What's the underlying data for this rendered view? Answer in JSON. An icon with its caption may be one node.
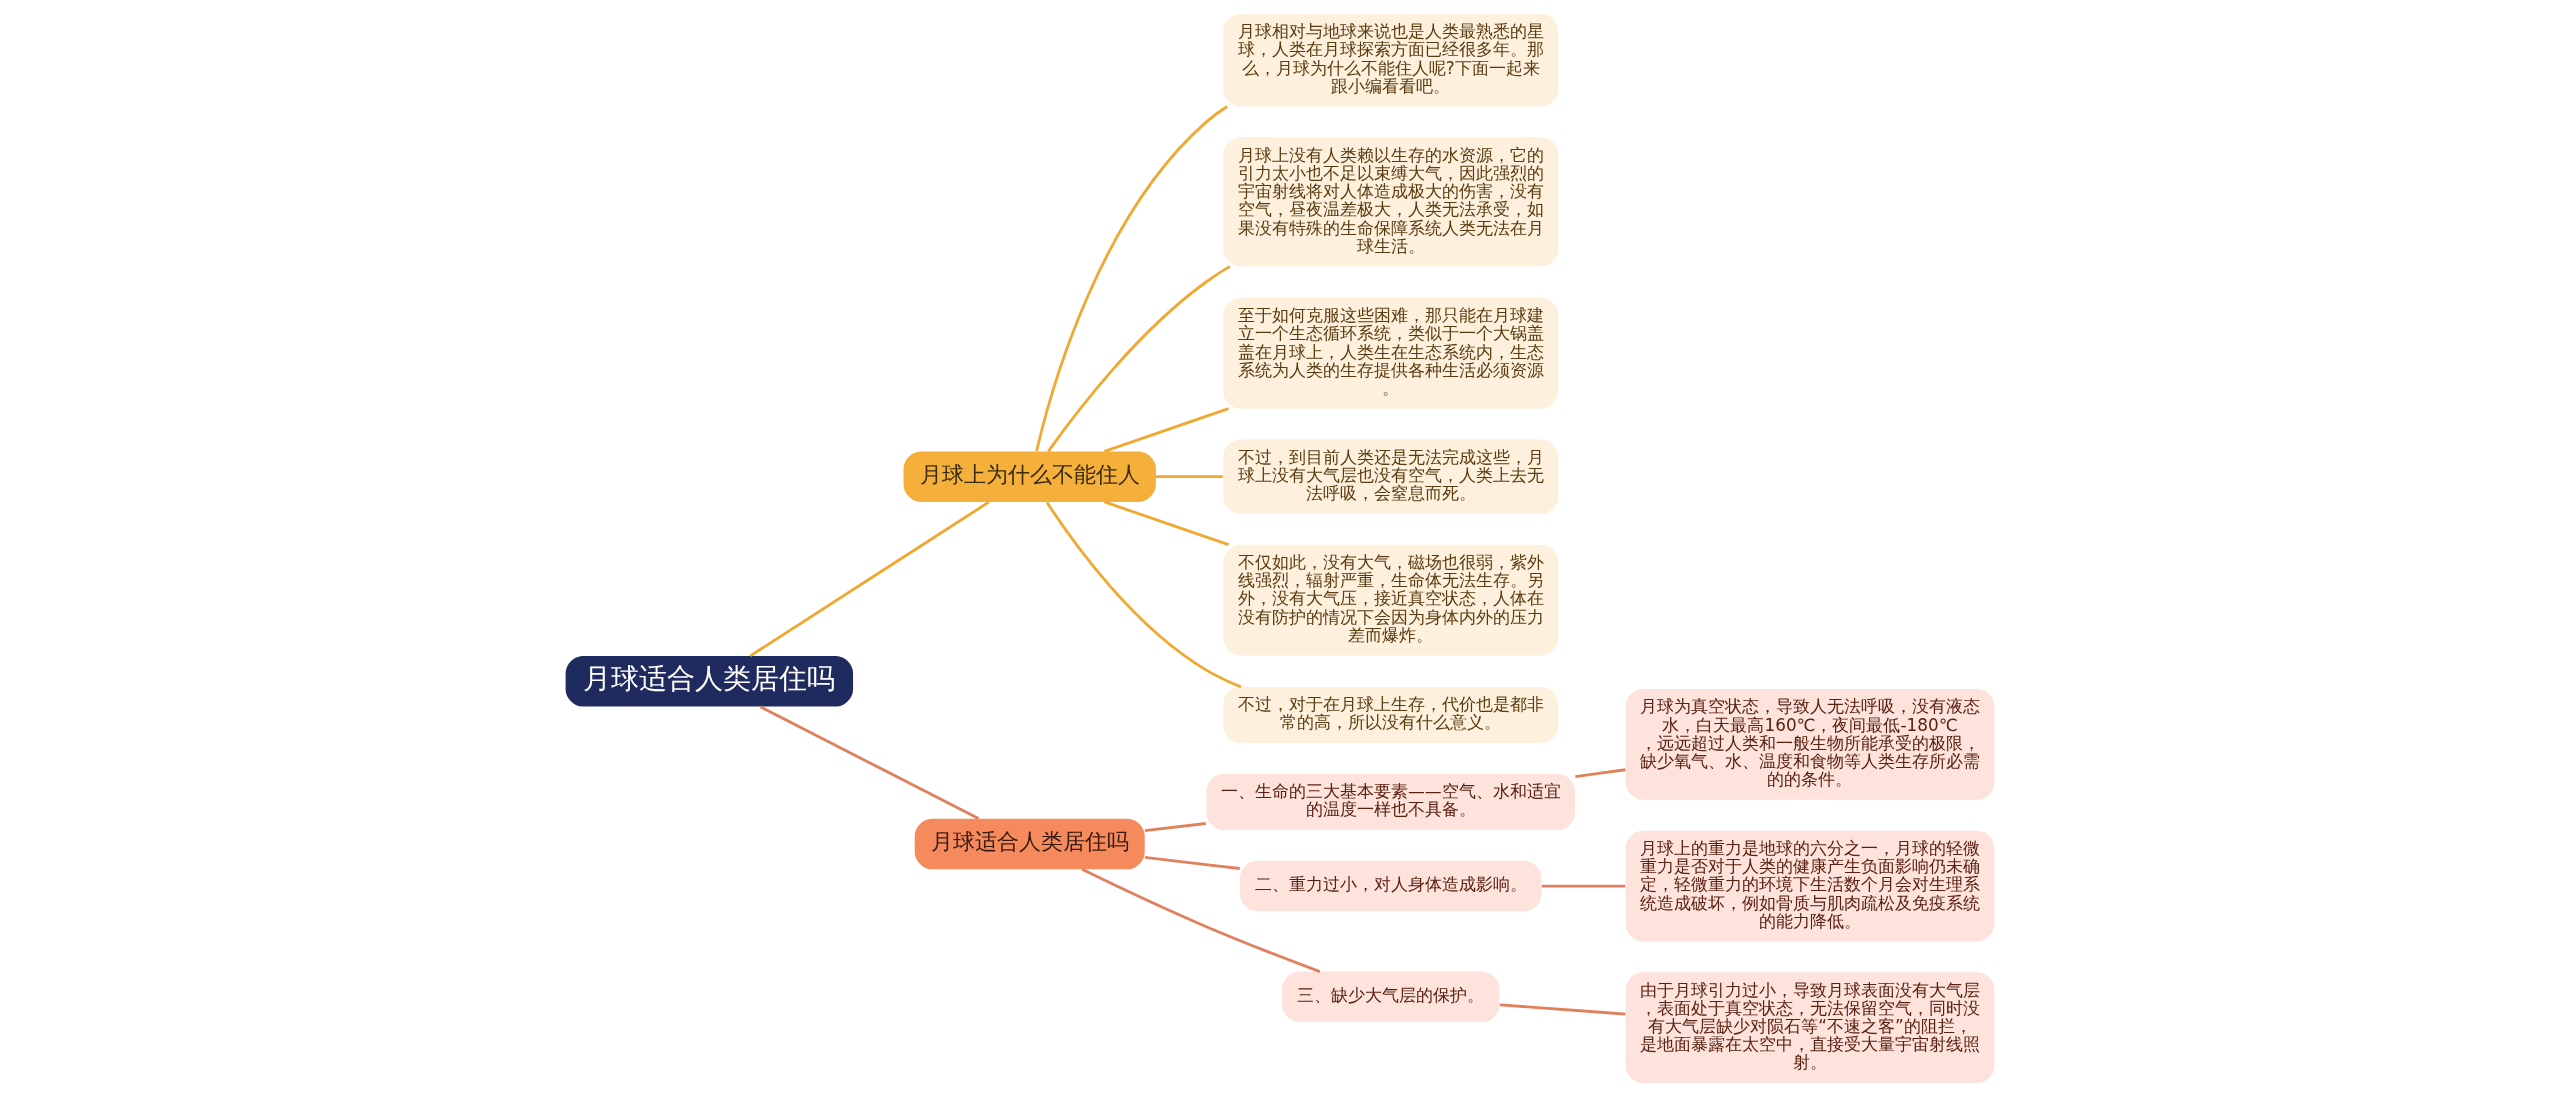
{
  "diagram": {
    "nodes": [
      {
        "text": [
          "月球适合人类居住吗"
        ]
      },
      {
        "text": [
          "月球上为什么不能住人"
        ]
      },
      {
        "text": [
          "月球相对与地球来说也是人类最熟悉的星球，人类在月球探索方面已经很多年。那么，月球为什么不能住人呢?下面一起来跟小编看看吧。"
        ]
      },
      {
        "text": [
          "月球上没有人类赖以生存的水资源，它的引力太小也不足以束缚大气，因此强烈的宇宙射线将对人体造成极大的伤害，没有空气，昼夜温差极大，人类无法承受，如果没有特殊的生命保障系统人类无法在月球生活。"
        ]
      },
      {
        "text": [
          "至于如何克服这些困难，那只能在月球建立一个生态循环系统，类似于一个大锅盖盖在月球上，人类生在生态系统内，生态系统为人类的生存提供各种生活必须资源。"
        ]
      },
      {
        "text": [
          "不过，到目前人类还是无法完成这些，月球上没有大气层也没有空气，人类上去无法呼吸，会窒息而死。"
        ]
      },
      {
        "text": [
          "不仅如此，没有大气，磁场也很弱，紫外线强烈，辐射严重，生命体无法生存。另外，没有大气压，接近真空状态，人体在没有防护的情况下会因为身体内外的压力差而爆炸。"
        ]
      },
      {
        "text": [
          "不过，对于在月球上生存，代价也是都非常的高，所以没有什么意义。"
        ]
      },
      {
        "text": [
          "月球适合人类居住吗"
        ]
      },
      {
        "text": [
          "一、生命的三大基本要素——空气、水和适宜的温度一样也不具备。"
        ]
      },
      {
        "text": [
          "月球为真空状态，导致人无法呼吸，没有液态水，白天最高160℃，夜间最低-180℃，远远超过人类和一般生物所能承受的极限，缺少氧气、水、温度和食物等人类生存所必需的的条件。"
        ]
      },
      {
        "text": [
          "二、重力过小，对人身体造成影响。"
        ]
      },
      {
        "text": [
          "月球上的重力是地球的六分之一，月球的轻微重力是否对于人类的健康产生负面影响仍未确定，轻微重力的环境下生活数个月会对生理系统造成破坏，例如骨质与肌肉疏松及免疫系统的能力降低。"
        ]
      },
      {
        "text": [
          "三、缺少大气层的保护。"
        ]
      },
      {
        "text": [
          "由于月球引力过小，导致月球表面没有大气层，表面处于真空状态，无法保留空气，同时没有大气层缺少对陨石等“不速之客”的阻拦，是地面暴露在太空中，直接受大量宇宙射线照射。"
        ]
      }
    ],
    "edges": [
      {
        "from": 0,
        "to": 1,
        "arrow": "none",
        "color": "#f0a830"
      },
      {
        "from": 1,
        "to": 2,
        "arrow": "none",
        "color": "#f0a830"
      },
      {
        "from": 1,
        "to": 3,
        "arrow": "none",
        "color": "#f0a830"
      },
      {
        "from": 1,
        "to": 4,
        "arrow": "none",
        "color": "#f0a830"
      },
      {
        "from": 1,
        "to": 5,
        "arrow": "none",
        "color": "#f0a830"
      },
      {
        "from": 1,
        "to": 6,
        "arrow": "none",
        "color": "#f0a830"
      },
      {
        "from": 1,
        "to": 7,
        "arrow": "none",
        "color": "#f0a830"
      },
      {
        "from": 0,
        "to": 8,
        "arrow": "none",
        "color": "#e0805c"
      },
      {
        "from": 8,
        "to": 9,
        "arrow": "none",
        "color": "#e0805c"
      },
      {
        "from": 9,
        "to": 10,
        "arrow": "none",
        "color": "#e0805c"
      },
      {
        "from": 8,
        "to": 11,
        "arrow": "none",
        "color": "#e0805c"
      },
      {
        "from": 11,
        "to": 12,
        "arrow": "none",
        "color": "#e0805c"
      },
      {
        "from": 8,
        "to": 13,
        "arrow": "none",
        "color": "#e0805c"
      },
      {
        "from": 13,
        "to": 14,
        "arrow": "none",
        "color": "#e0805c"
      }
    ]
  }
}
